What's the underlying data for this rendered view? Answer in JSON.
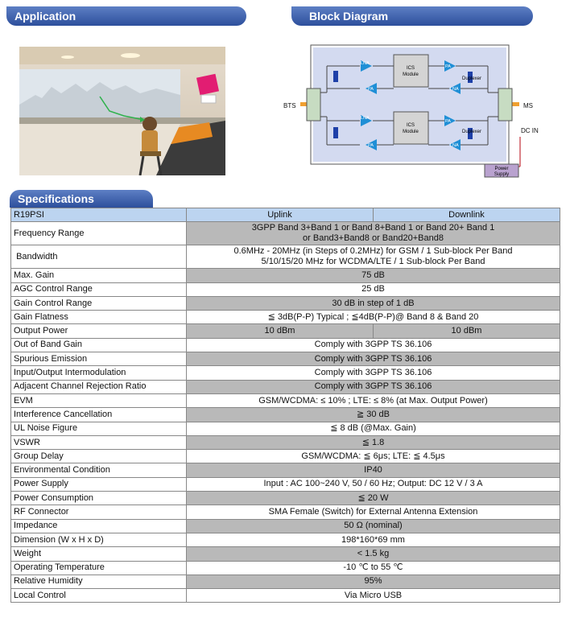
{
  "sections": {
    "application": "Application",
    "block_diagram": "Block Diagram",
    "specifications": "Specifications"
  },
  "diagram": {
    "bts": "BTS",
    "ms": "MS",
    "dc_in": "DC IN",
    "lna": "LNA",
    "pa": "PA",
    "ics_line1": "ICS",
    "ics_line2": "Module",
    "duplexer": "Duplexer",
    "power_line1": "Power",
    "power_line2": "Supply"
  },
  "table": {
    "header": {
      "model": "R19PSI",
      "uplink": "Uplink",
      "downlink": "Downlink"
    },
    "rows": [
      {
        "label": "Frequency Range",
        "line1": "3GPP Band 3+Band 1 or Band 8+Band 1 or Band 20+ Band 1",
        "line2": "or Band3+Band8 or Band20+Band8"
      },
      {
        "label": "Bandwidth",
        "line1": "0.6MHz - 20MHz (in Steps of 0.2MHz) for GSM / 1 Sub-block Per Band",
        "line2": "5/10/15/20 MHz for WCDMA/LTE / 1 Sub-block Per Band"
      },
      {
        "label": "Max. Gain",
        "value": "75 dB"
      },
      {
        "label": "AGC Control Range",
        "value": "25 dB"
      },
      {
        "label": "Gain Control Range",
        "value": "30 dB in step of 1 dB"
      },
      {
        "label": "Gain Flatness",
        "value": "≦ 3dB(P-P) Typical ; ≦4dB(P-P)@ Band 8 & Band 20"
      },
      {
        "label": "Output Power",
        "uplink": "10 dBm",
        "downlink": "10 dBm"
      },
      {
        "label": "Out of Band Gain",
        "value": "Comply with 3GPP TS 36.106"
      },
      {
        "label": "Spurious Emission",
        "value": "Comply with 3GPP TS 36.106"
      },
      {
        "label": "Input/Output Intermodulation",
        "value": "Comply with 3GPP TS 36.106"
      },
      {
        "label": "Adjacent Channel Rejection Ratio",
        "value": "Comply with 3GPP TS 36.106"
      },
      {
        "label": "EVM",
        "value": "GSM/WCDMA: ≤ 10% ; LTE: ≤ 8% (at Max. Output Power)"
      },
      {
        "label": "Interference Cancellation",
        "value": "≧ 30 dB"
      },
      {
        "label": "UL Noise Figure",
        "value": "≦ 8 dB (@Max. Gain)"
      },
      {
        "label": "VSWR",
        "value": "≦ 1.8"
      },
      {
        "label": "Group Delay",
        "value": "GSM/WCDMA: ≦ 6μs; LTE: ≦ 4.5μs"
      },
      {
        "label": "Environmental Condition",
        "value": "IP40"
      },
      {
        "label": "Power Supply",
        "value": "Input : AC 100~240 V, 50 / 60 Hz; Output: DC 12 V / 3 A"
      },
      {
        "label": "Power Consumption",
        "value": "≦ 20 W"
      },
      {
        "label": "RF Connector",
        "value": "SMA Female (Switch) for External Antenna Extension"
      },
      {
        "label": "Impedance",
        "value": "50 Ω (nominal)"
      },
      {
        "label": "Dimension (W x H x D)",
        "value": "198*160*69 mm"
      },
      {
        "label": "Weight",
        "value": "< 1.5 kg"
      },
      {
        "label": "Operating Temperature",
        "value": "-10 ℃ to 55 ℃"
      },
      {
        "label": "Relative Humidity",
        "value": "95%"
      },
      {
        "label": "Local Control",
        "value": "Via Micro USB"
      }
    ]
  }
}
